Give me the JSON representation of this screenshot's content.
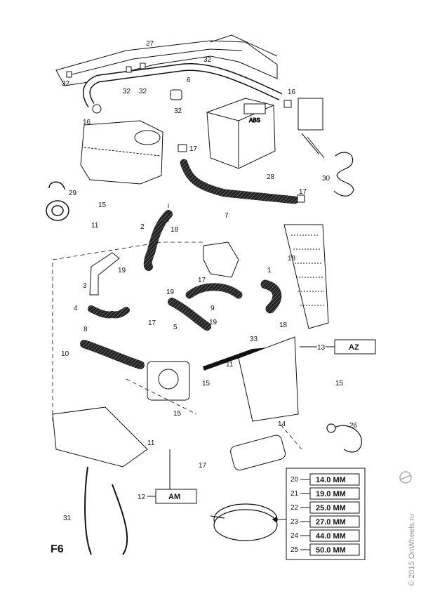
{
  "diagram": {
    "figure_code": "F6",
    "watermark": "© 2015 OnWheels.ru",
    "callouts": [
      {
        "id": "27",
        "text": "27"
      },
      {
        "id": "32a",
        "text": "32"
      },
      {
        "id": "32b",
        "text": "32"
      },
      {
        "id": "32c",
        "text": "32"
      },
      {
        "id": "32d",
        "text": "32"
      },
      {
        "id": "32e",
        "text": "32"
      },
      {
        "id": "6",
        "text": "6"
      },
      {
        "id": "16a",
        "text": "16"
      },
      {
        "id": "16b",
        "text": "16"
      },
      {
        "id": "17a",
        "text": "17"
      },
      {
        "id": "17b",
        "text": "17"
      },
      {
        "id": "17c",
        "text": "17"
      },
      {
        "id": "17d",
        "text": "17"
      },
      {
        "id": "17e",
        "text": "17"
      },
      {
        "id": "28",
        "text": "28"
      },
      {
        "id": "30",
        "text": "30"
      },
      {
        "id": "29",
        "text": "29"
      },
      {
        "id": "15a",
        "text": "15"
      },
      {
        "id": "15b",
        "text": "15"
      },
      {
        "id": "15c",
        "text": "15"
      },
      {
        "id": "15d",
        "text": "15"
      },
      {
        "id": "11a",
        "text": "11"
      },
      {
        "id": "11b",
        "text": "11"
      },
      {
        "id": "11c",
        "text": "11"
      },
      {
        "id": "2",
        "text": "2"
      },
      {
        "id": "18a",
        "text": "18"
      },
      {
        "id": "18b",
        "text": "18"
      },
      {
        "id": "18c",
        "text": "18"
      },
      {
        "id": "7",
        "text": "7"
      },
      {
        "id": "19a",
        "text": "19"
      },
      {
        "id": "19b",
        "text": "19"
      },
      {
        "id": "19c",
        "text": "19"
      },
      {
        "id": "1",
        "text": "1"
      },
      {
        "id": "3",
        "text": "3"
      },
      {
        "id": "4",
        "text": "4"
      },
      {
        "id": "9",
        "text": "9"
      },
      {
        "id": "8",
        "text": "8"
      },
      {
        "id": "5",
        "text": "5"
      },
      {
        "id": "10",
        "text": "10"
      },
      {
        "id": "33",
        "text": "33"
      },
      {
        "id": "13",
        "text": "13"
      },
      {
        "id": "14",
        "text": "14"
      },
      {
        "id": "26",
        "text": "26"
      },
      {
        "id": "12",
        "text": "12"
      },
      {
        "id": "31",
        "text": "31"
      }
    ],
    "ref_boxes": [
      {
        "id": "az",
        "number": "13",
        "code": "AZ"
      },
      {
        "id": "am",
        "number": "12",
        "code": "AM"
      }
    ],
    "clamp_sizes": [
      {
        "number": "20",
        "size": "14.0 MM"
      },
      {
        "number": "21",
        "size": "19.0 MM"
      },
      {
        "number": "22",
        "size": "25.0 MM"
      },
      {
        "number": "23",
        "size": "27.0 MM"
      },
      {
        "number": "24",
        "size": "44.0 MM"
      },
      {
        "number": "25",
        "size": "50.0 MM"
      }
    ],
    "abs_unit_text": "ABS"
  }
}
